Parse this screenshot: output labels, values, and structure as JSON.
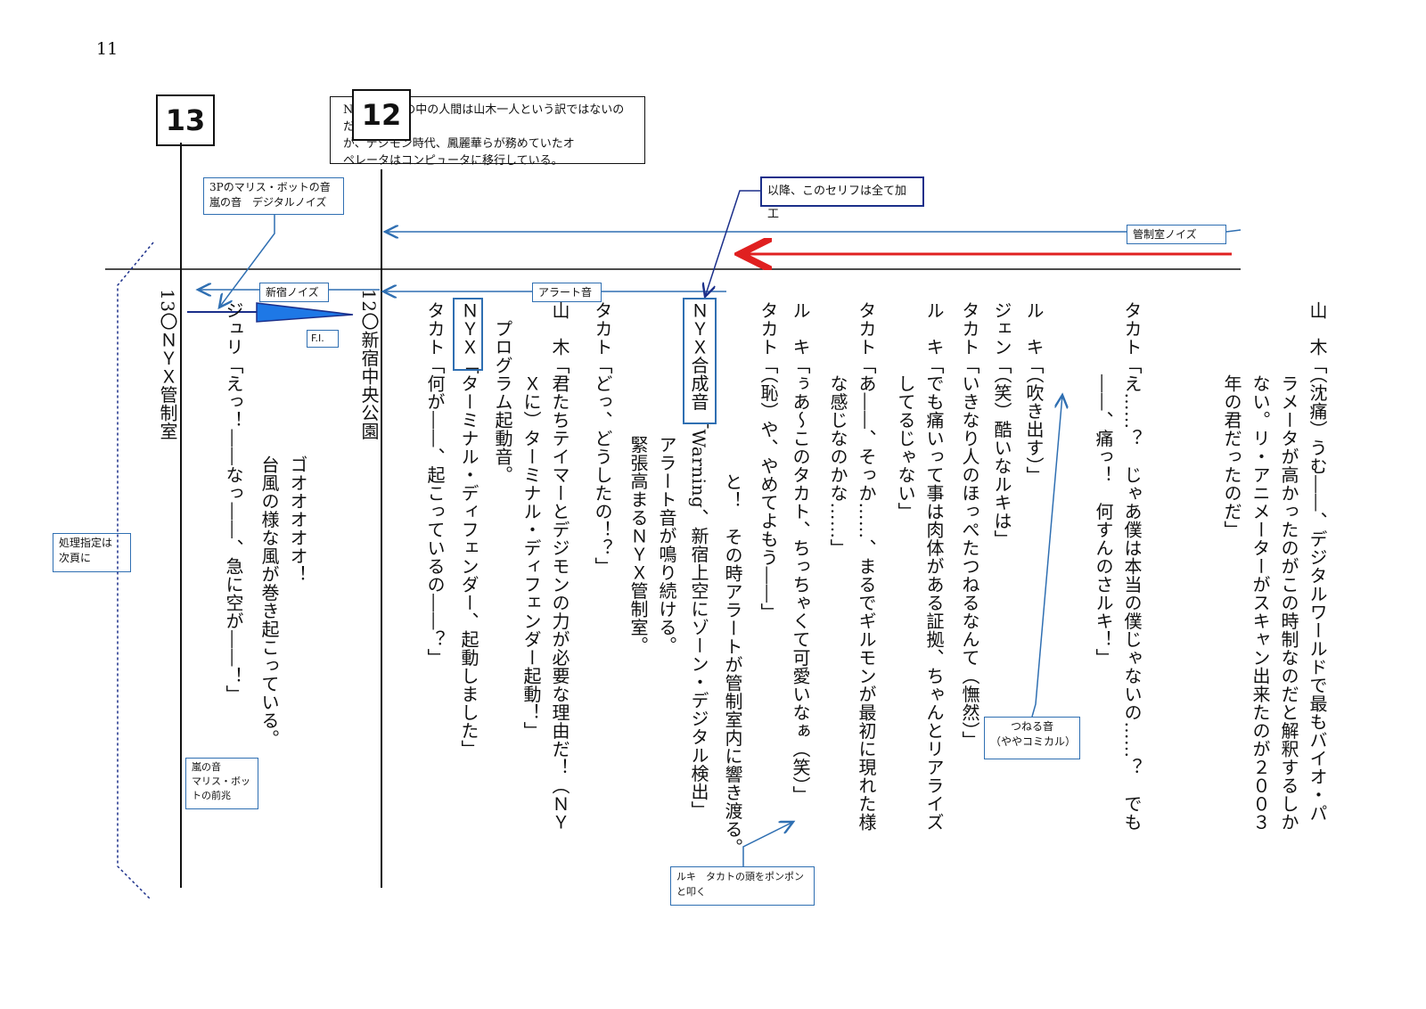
{
  "page_number": "11",
  "scenes": {
    "s13": "13",
    "s12": "12"
  },
  "notes": {
    "top_note": [
      "NYX管制室の中の人間は山木一人という訳ではないのだ",
      "が、デジモン時代、鳳麗華らが務めていたオ",
      "ペレータはコンピュータに移行している。"
    ],
    "sound_3p": [
      "3Pのマリス・ボットの音",
      "嵐の音　デジタルノイズ"
    ],
    "later_processed": "以降、このセリフは全て加工",
    "control_noise": "管制室ノイズ",
    "shinjuku_noise": "新宿ノイズ",
    "alert_sound": "アラート音",
    "fi": "F.I.",
    "processing_next": [
      "処理指定は",
      "次頁に"
    ],
    "pinch_sound": [
      "つねる音",
      "（ややコミカル）"
    ],
    "storm_sound": [
      "嵐の音",
      "マリス・ボッ",
      "トの前兆"
    ],
    "ruki_tap": [
      "ルキ　タカトの頭をポンポン",
      "と叩く"
    ]
  },
  "columns": [
    {
      "speaker": "山　木",
      "lines": [
        "山　木「（沈痛）うむ――、デジタルワールドで最もバイオ・パ",
        "　　　　ラメータが高かったのがこの時制なのだと解釈するしか",
        "　　　　ない。リ・アニメーターがスキャン出来たのが２００３",
        "　　　　年の君だったのだ」"
      ]
    },
    {
      "lines": [
        "タカト「え……？　じゃあ僕は本当の僕じゃないの……？　でも",
        "　　　　――、痛っ！　何すんのさルキ！」"
      ]
    },
    {
      "lines": [
        "ル　キ「（吹き出す）」"
      ]
    },
    {
      "lines": [
        "ジェン「（笑）酷いなルキは」"
      ]
    },
    {
      "lines": [
        "タカト「いきなり人のほっぺたつねるなんて（憮然）」"
      ]
    },
    {
      "lines": [
        "ル　キ「でも痛いって事は肉体がある証拠、ちゃんとリアライズ",
        "　　　　してるじゃない」"
      ]
    },
    {
      "lines": [
        "タカト「あ――、そっか……、まるでギルモンが最初に現れた様",
        "　　　　な感じなのかな……」"
      ]
    },
    {
      "lines": [
        "ル　キ「ぅあ～このタカト、ちっちゃくて可愛いなぁ（笑）」"
      ]
    },
    {
      "lines": [
        "タカト「（恥）や、やめてよもう――」"
      ]
    },
    {
      "lines": [
        "　と！　その時アラートが管制室内に響き渡る。"
      ]
    },
    {
      "lines": [
        "ＮＹＸ合成音「Warning、新宿上空にゾーン・デジタル検出」"
      ]
    },
    {
      "lines": [
        "　アラート音が鳴り続ける。",
        "　緊張高まるＮＹＸ管制室。"
      ]
    },
    {
      "lines": [
        "タカト「どっ、どうしたの！？」"
      ]
    },
    {
      "lines": [
        "山　木「君たちテイマーとデジモンの力が必要な理由だ！（ＮＹ",
        "　　　　Ｘに）ターミナル・ディフェンダー起動！」",
        "　プログラム起動音。"
      ]
    },
    {
      "lines": [
        "ＮＹＸ「ターミナル・ディフェンダー、起動しました」"
      ]
    },
    {
      "lines": [
        "タカト「何が――、起こっているの――？」"
      ]
    },
    {
      "lines": [
        "12〇新宿中央公園"
      ]
    },
    {
      "lines": [
        "　　ゴオオオオオ！",
        "　　台風の様な風が巻き起こっている。"
      ]
    },
    {
      "lines": [
        "ジュリ「えっ！――なっ――、急に空が――！」"
      ]
    },
    {
      "lines": [
        "13〇ＮＹＸ管制室"
      ]
    }
  ],
  "colors": {
    "blue": "#2f6fb2",
    "red": "#e02020",
    "navy": "#1b2f8a",
    "fill": "#1e78e6"
  }
}
